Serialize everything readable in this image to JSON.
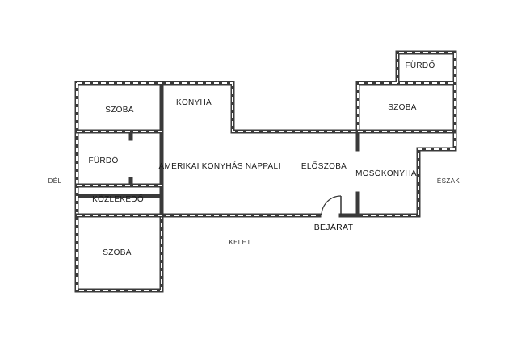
{
  "rooms": {
    "szoba_left_top": "SZOBA",
    "konyha": "KONYHA",
    "furdo_left": "FÜRDŐ",
    "nappali": "AMERIKAI KONYHÁS NAPPALI",
    "eloszoba": "ELŐSZOBA",
    "mosokonyha": "MOSÓKONYHA",
    "kozlekedo": "KÖZLEKEDŐ",
    "szoba_left_bottom": "SZOBA",
    "szoba_right": "SZOBA",
    "furdo_right": "FÜRDŐ"
  },
  "entrance": "BEJÁRAT",
  "compass": {
    "south": "DÉL",
    "north": "ÉSZAK",
    "east": "KELET"
  },
  "colors": {
    "wall": "#3a3a3a",
    "background": "#ffffff",
    "text": "#1a1a1a"
  }
}
